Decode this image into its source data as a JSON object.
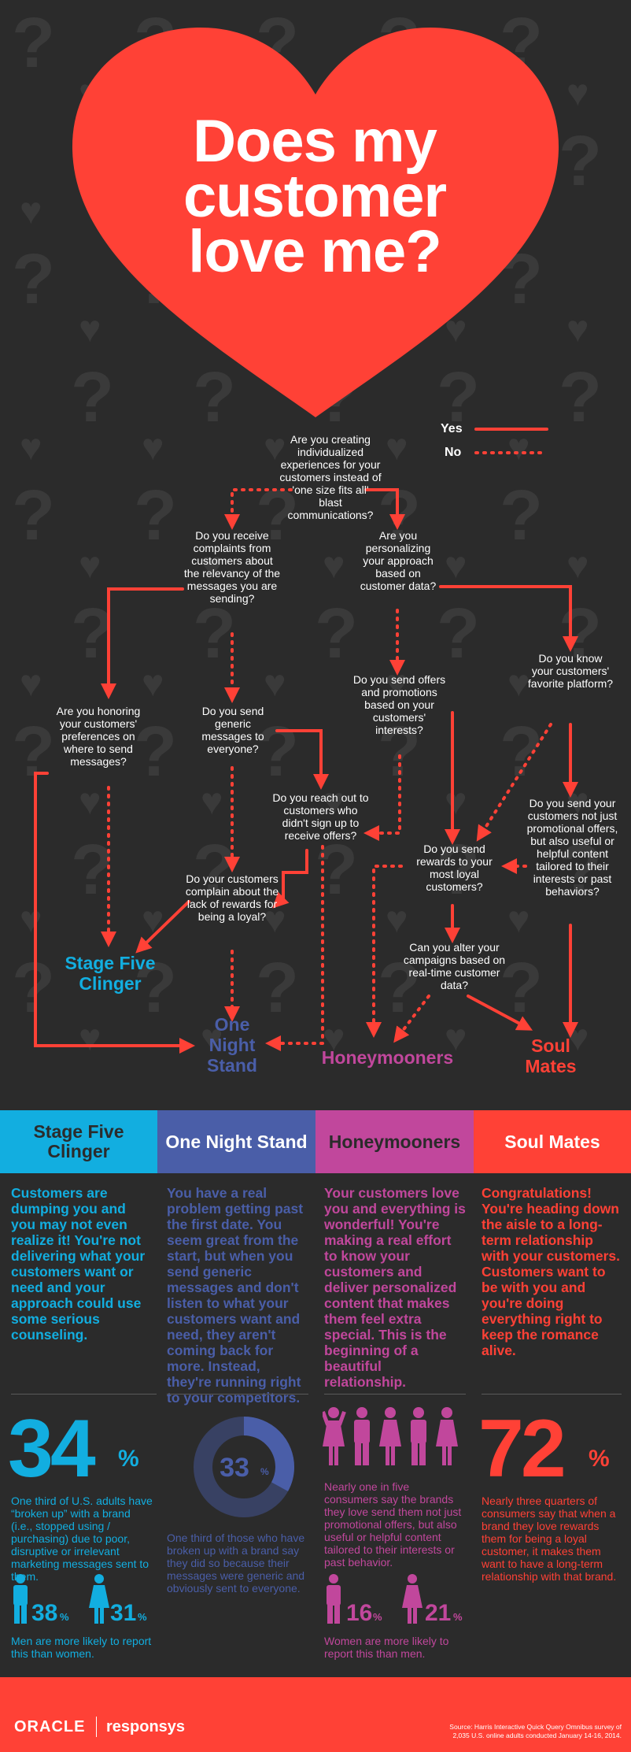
{
  "title": "Does my customer love me?",
  "legend": {
    "yes": "Yes",
    "no": "No"
  },
  "questions": {
    "q1": "Are you creating individualized experiences for your customers instead of 'one size fits all' blast communications?",
    "q2": "Do you receive complaints from customers about the relevancy of the messages you are sending?",
    "q3": "Are you personalizing your approach based on customer data?",
    "q4": "Are you honoring your customers' preferences on where to send messages?",
    "q5": "Do you send generic messages to everyone?",
    "q6": "Do you send offers and promotions based on your customers' interests?",
    "q7": "Do you know your customers' favorite platform?",
    "q8": "Do you reach out to customers who didn't sign up to receive offers?",
    "q9": "Do you send your customers not just promotional offers, but also useful or helpful content tailored to their interests or past behaviors?",
    "q10": "Do you send rewards to your most loyal customers?",
    "q11": "Do your customers complain about the lack of rewards for being a loyal?",
    "q12": "Can you alter your campaigns based on real-time customer data?"
  },
  "outcomes": {
    "clinger": "Stage Five Clinger",
    "onenight": "One Night Stand",
    "honey": "Honeymooners",
    "soul": "Soul Mates"
  },
  "bands": [
    "Stage Five Clinger",
    "One Night Stand",
    "Honeymooners",
    "Soul Mates"
  ],
  "descriptions": [
    "Customers are dumping you and you may not even realize it! You're not delivering what your customers want or need and your approach could use some serious counseling.",
    "You have a real problem getting past the first date. You seem great from the start, but when you send generic messages and don't listen to what your customers want and need, they aren't coming back for more. Instead, they're running right to your competitors.",
    "Your customers love you and everything is wonderful! You're making a real effort to know your customers and deliver personalized content that makes them feel extra special. This is the beginning of a beautiful relationship.",
    "Congratulations! You're heading down the aisle to a long-term relationship with your customers. Customers want to be with you and you're doing everything right to keep the romance alive."
  ],
  "stats": {
    "s1": {
      "big": "34",
      "unit": "%",
      "text": "One third of U.S. adults have “broken up” with a brand (i.e., stopped using / purchasing) due to poor, disruptive or irrelevant marketing messages sent to them.",
      "men": "38",
      "women": "31",
      "pct": "%",
      "note": "Men are more likely to report this than women."
    },
    "s2": {
      "big": "33",
      "unit": "%",
      "value": 33,
      "text": "One third of those who have broken up with a brand say they did so because their messages were generic and obviously sent to everyone."
    },
    "s3": {
      "text": "Nearly one in five consumers say the brands they love send them not just promotional offers, but also useful or helpful content tailored to their interests or past behavior.",
      "men": "16",
      "women": "21",
      "pct": "%",
      "note": "Women are more likely to report this than men."
    },
    "s4": {
      "big": "72",
      "unit": "%",
      "text": "Nearly three quarters of consumers say that when a brand they love rewards them for being a loyal customer, it makes them want to have a long-term relationship with that brand."
    }
  },
  "footer": {
    "brand1": "ORACLE",
    "brand2": "responsys",
    "source": "Source: Harris Interactive Quick Query Omnibus survey of 2,035 U.S. online adults conducted January 14-16, 2014."
  },
  "colors": {
    "red": "#ff4136",
    "cyan": "#12aee0",
    "navy": "#4a5ea8",
    "pink": "#c1479c",
    "dark": "#2b2b2b"
  }
}
